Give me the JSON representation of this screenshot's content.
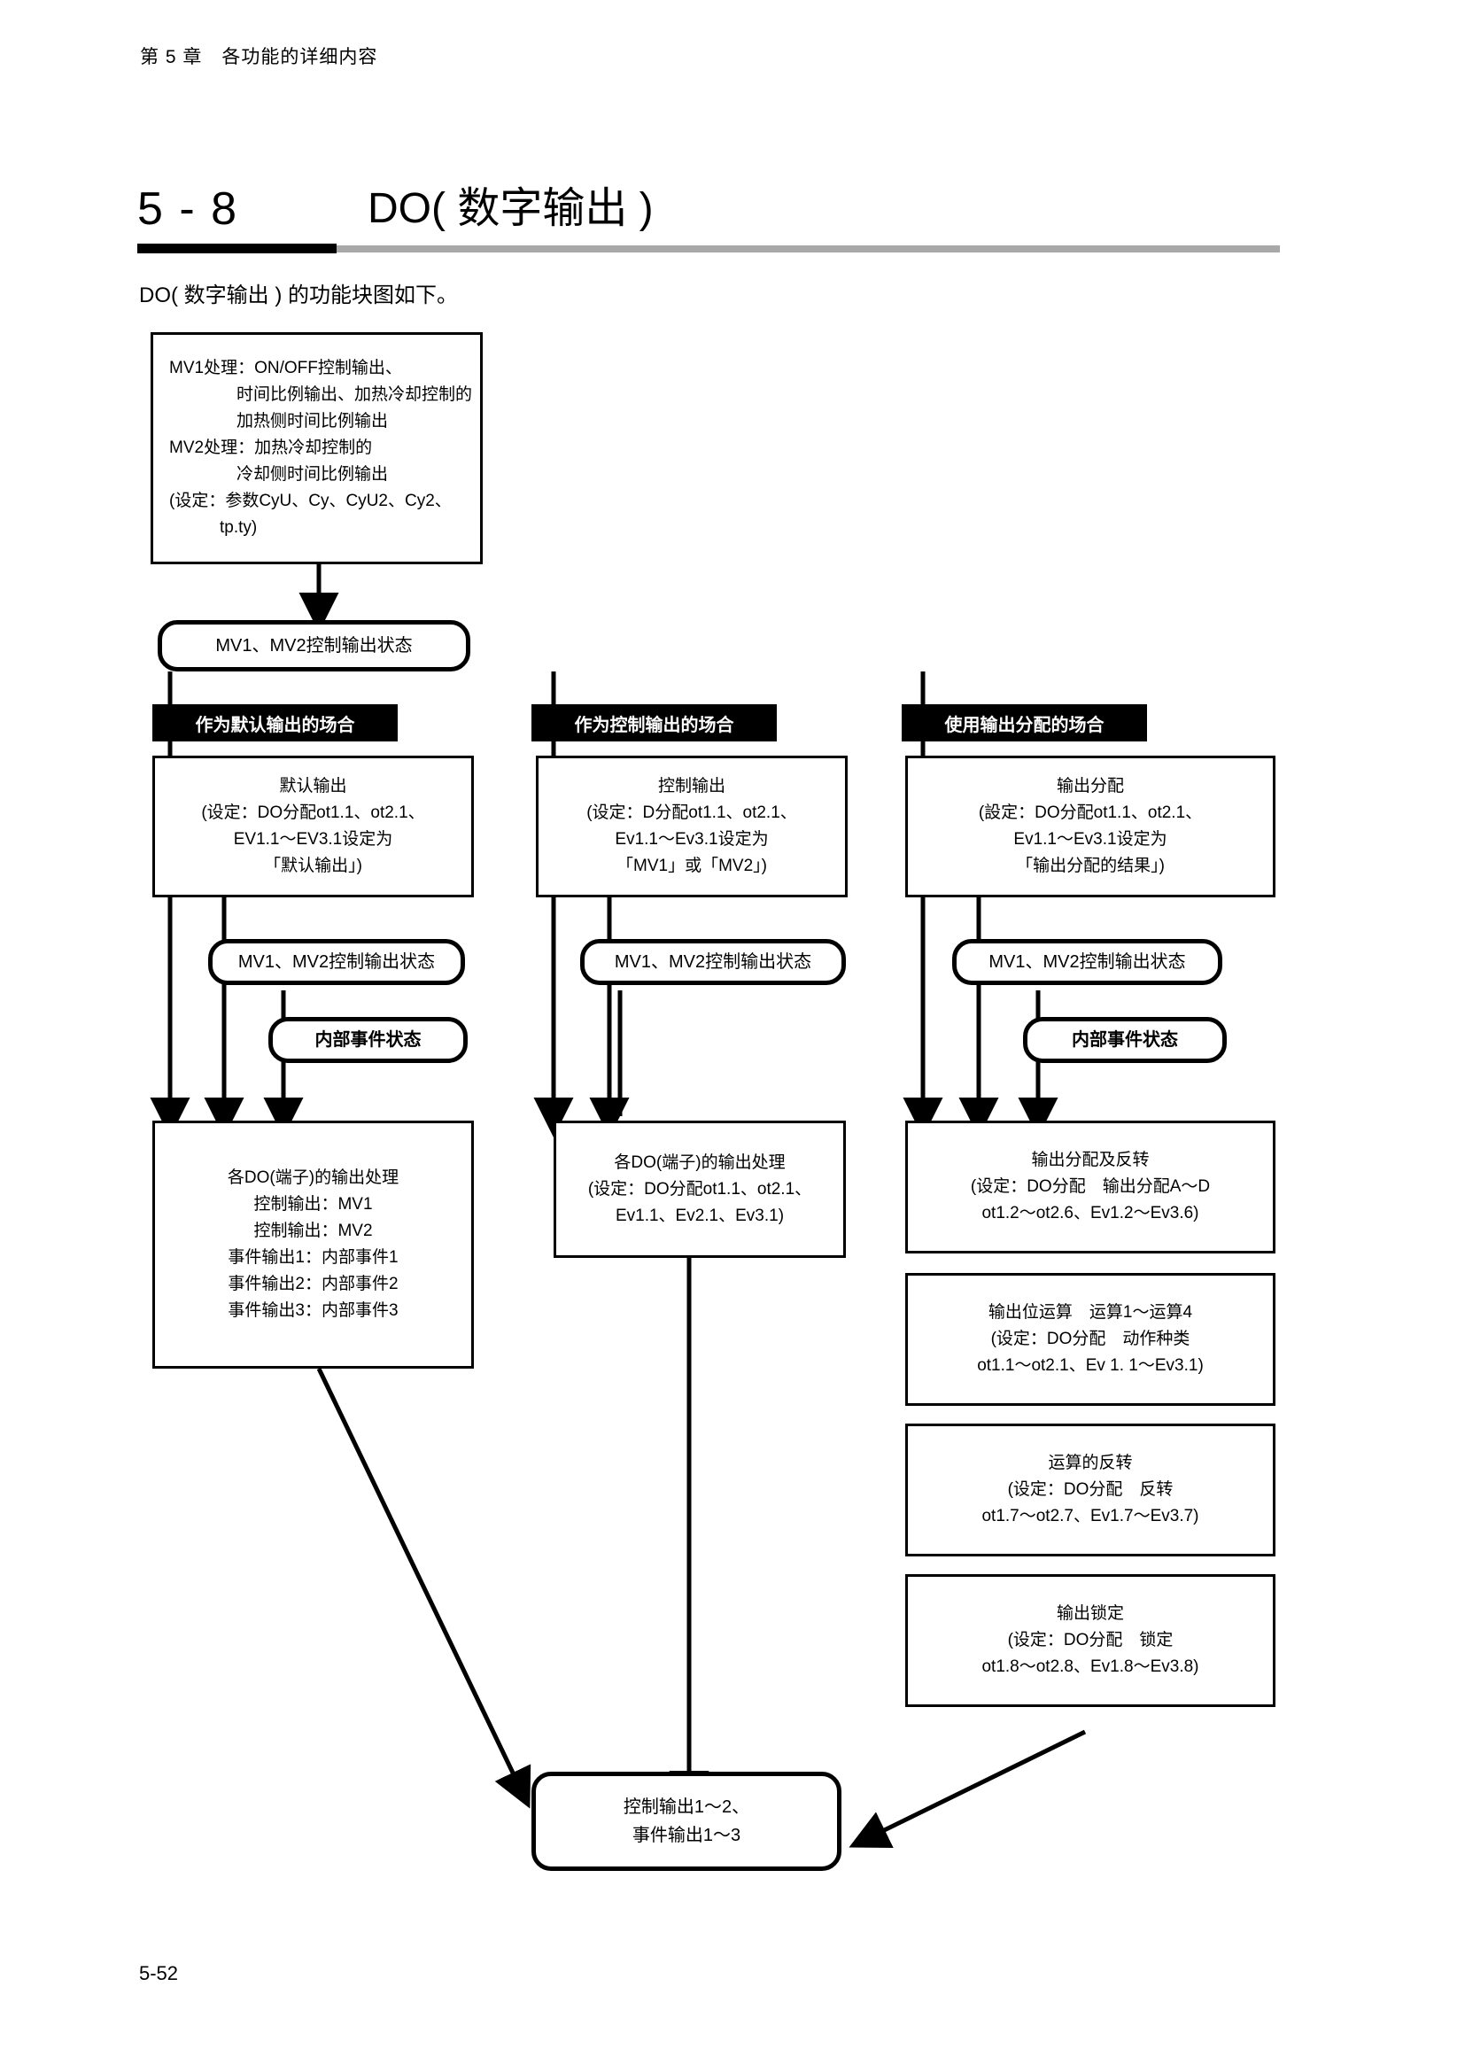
{
  "header": {
    "running_head": "第 5 章　各功能的详细内容"
  },
  "section": {
    "number": "5 - 8",
    "title": "DO( 数字输出 )",
    "intro": "DO( 数字输出 ) 的功能块图如下。"
  },
  "footer": {
    "page_number": "5-52"
  },
  "diagram": {
    "mv_process_box": {
      "lines": [
        "MV1处理：ON/OFF控制输出、",
        "　　　　时间比例输出、加热冷却控制的",
        "　　　　加热侧时间比例输出",
        "MV2处理：加热冷却控制的",
        "　　　　冷却侧时间比例输出",
        "(设定：参数CyU、Cy、CyU2、Cy2、",
        "　　　tp.ty)"
      ]
    },
    "mv_state_top": {
      "label": "MV1、MV2控制输出状态"
    },
    "columns": [
      {
        "tab": "作为默认输出的场合",
        "config_box": {
          "lines": [
            "默认输出",
            "(设定：DO分配ot1.1、ot2.1、",
            "EV1.1～EV3.1设定为",
            "「默认输出」)"
          ]
        },
        "state_box": "MV1、MV2控制输出状态",
        "event_box": "内部事件状态",
        "process_box": {
          "lines": [
            "各DO(端子)的输出处理",
            "控制输出：MV1",
            "控制输出：MV2",
            "事件输出1：内部事件1",
            "事件输出2：内部事件2",
            "事件输出3：内部事件3"
          ]
        }
      },
      {
        "tab": "作为控制输出的场合",
        "config_box": {
          "lines": [
            "控制输出",
            "(设定：D分配ot1.1、ot2.1、",
            "Ev1.1～Ev3.1设定为",
            "「MV1」或「MV2」)"
          ]
        },
        "state_box": "MV1、MV2控制输出状态",
        "event_box": null,
        "process_box": {
          "lines": [
            "各DO(端子)的输出处理",
            "(设定：DO分配ot1.1、ot2.1、",
            "Ev1.1、Ev2.1、Ev3.1)"
          ]
        }
      },
      {
        "tab": "使用输出分配的场合",
        "config_box": {
          "lines": [
            "输出分配",
            "(設定：DO分配ot1.1、ot2.1、",
            "Ev1.1～Ev3.1设定为",
            "「输出分配的结果」)"
          ]
        },
        "state_box": "MV1、MV2控制输出状态",
        "event_box": "内部事件状态",
        "stages": [
          {
            "lines": [
              "输出分配及反转",
              "(设定：DO分配　输出分配A～D",
              "ot1.2～ot2.6、Ev1.2～Ev3.6)"
            ]
          },
          {
            "lines": [
              "输出位运算　运算1～运算4",
              "(设定：DO分配　动作种类",
              "ot1.1～ot2.1、Ev 1. 1～Ev3.1)"
            ]
          },
          {
            "lines": [
              "运算的反转",
              "(设定：DO分配　反转",
              "ot1.7～ot2.7、Ev1.7～Ev3.7)"
            ]
          },
          {
            "lines": [
              "输出锁定",
              "(设定：DO分配　锁定",
              "ot1.8～ot2.8、Ev1.8～Ev3.8)"
            ]
          }
        ]
      }
    ],
    "final_box": {
      "lines": [
        "控制输出1～2、",
        "事件输出1～3"
      ]
    }
  }
}
